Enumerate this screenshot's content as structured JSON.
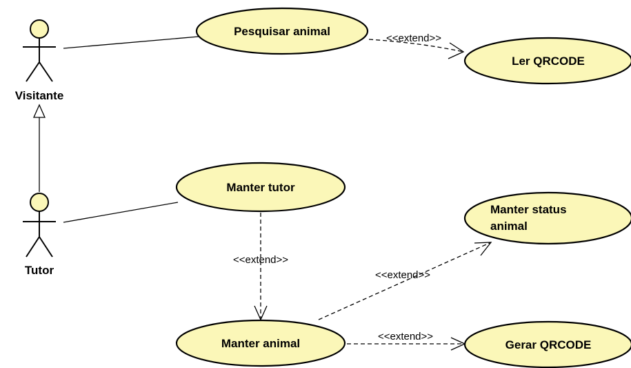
{
  "actors": {
    "visitante": "Visitante",
    "tutor": "Tutor"
  },
  "use_cases": {
    "pesquisar_animal": "Pesquisar animal",
    "ler_qrcode": "Ler QRCODE",
    "manter_tutor": "Manter tutor",
    "manter_status_line1": "Manter status",
    "manter_status_line2": "animal",
    "manter_animal": "Manter animal",
    "gerar_qrcode": "Gerar QRCODE"
  },
  "relations": {
    "extend_ler_qrcode": "<<extend>>",
    "extend_manter_animal": "<<extend>>",
    "extend_manter_status": "<<extend>>",
    "extend_gerar_qrcode": "<<extend>>"
  },
  "colors": {
    "use_case_fill": "#fbf7b8",
    "actor_head_fill": "#fbf7b8",
    "stroke": "#000000"
  }
}
